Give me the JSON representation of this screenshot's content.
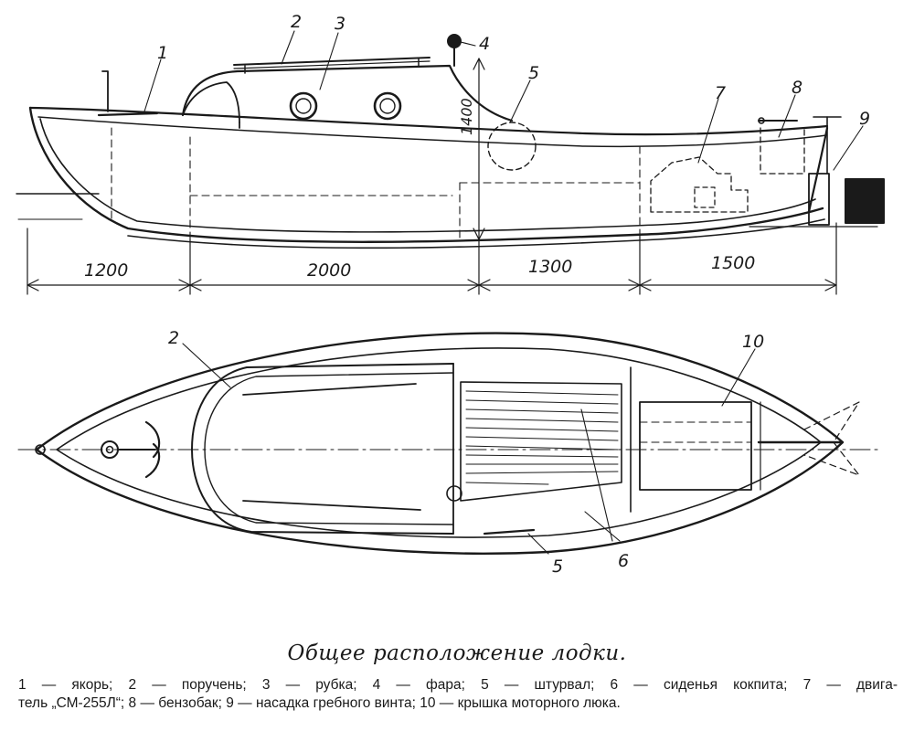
{
  "callouts": [
    "1",
    "2",
    "3",
    "4",
    "5",
    "7",
    "8",
    "9",
    "2",
    "10",
    "5",
    "6"
  ],
  "dimensions": {
    "horizontal": [
      "1200",
      "2000",
      "1300",
      "1500"
    ],
    "vertical": "1400"
  },
  "caption": "Общее расположение лодки.",
  "legend": [
    "1 — якорь; 2 — поручень; 3 — рубка; 4 — фара; 5 — штурвал; 6 — сиденья кокпита; 7 — двига-",
    "тель „СМ-255Л“; 8 — бензобак; 9 — насадка гребного винта; 10 — крышка моторного люка."
  ],
  "colors": {
    "ink": "#1a1a1a",
    "paper": "#ffffff"
  }
}
